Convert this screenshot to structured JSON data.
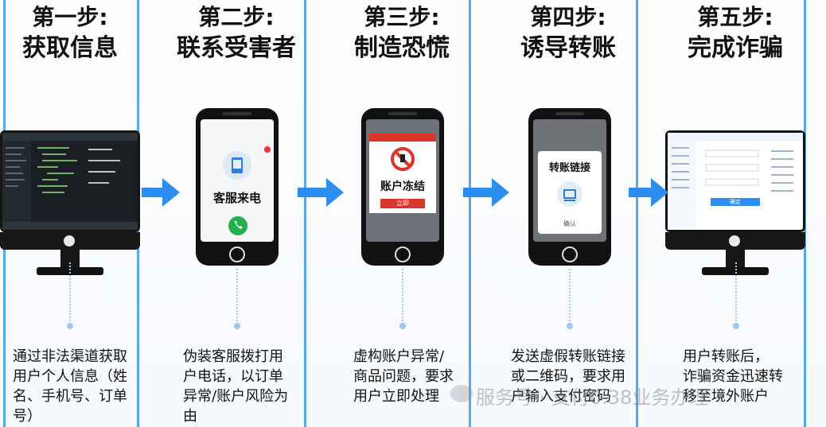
{
  "steps": [
    {
      "step": "第一步:",
      "title": "获取信息",
      "desc": [
        "通过非法渠道获取",
        "用户个人信息（姓",
        "名、手机号、订单",
        "号）"
      ]
    },
    {
      "step": "第二步:",
      "title": "联系受害者",
      "desc": [
        "伪装客服拨打用",
        "户电话，以订单",
        "异常/账户风险为",
        "由"
      ]
    },
    {
      "step": "第三步:",
      "title": "制造恐慌",
      "desc": [
        "虚构账户异常/",
        "商品问题，要求",
        "用户立即处理"
      ]
    },
    {
      "step": "第四步:",
      "title": "诱导转账",
      "desc": [
        "发送虚假转账链接",
        "或二维码，要求用",
        "户输入支付密码"
      ]
    },
    {
      "step": "第五步:",
      "title": "完成诈骗",
      "desc": [
        "用户转账后，",
        "诈骗资金迅速转",
        "移至境外账户"
      ]
    }
  ],
  "phone2": {
    "label": "客服来电"
  },
  "phone3": {
    "label": "账户冻结",
    "button": "立即"
  },
  "phone4": {
    "label": "转账链接",
    "button": "确认"
  },
  "monitor5": {
    "button": "确定"
  },
  "watermark": "服务号 · 支付0.38业务办理",
  "colors": {
    "accent": "#2b8ef0",
    "divider": "#5aa7e6"
  }
}
